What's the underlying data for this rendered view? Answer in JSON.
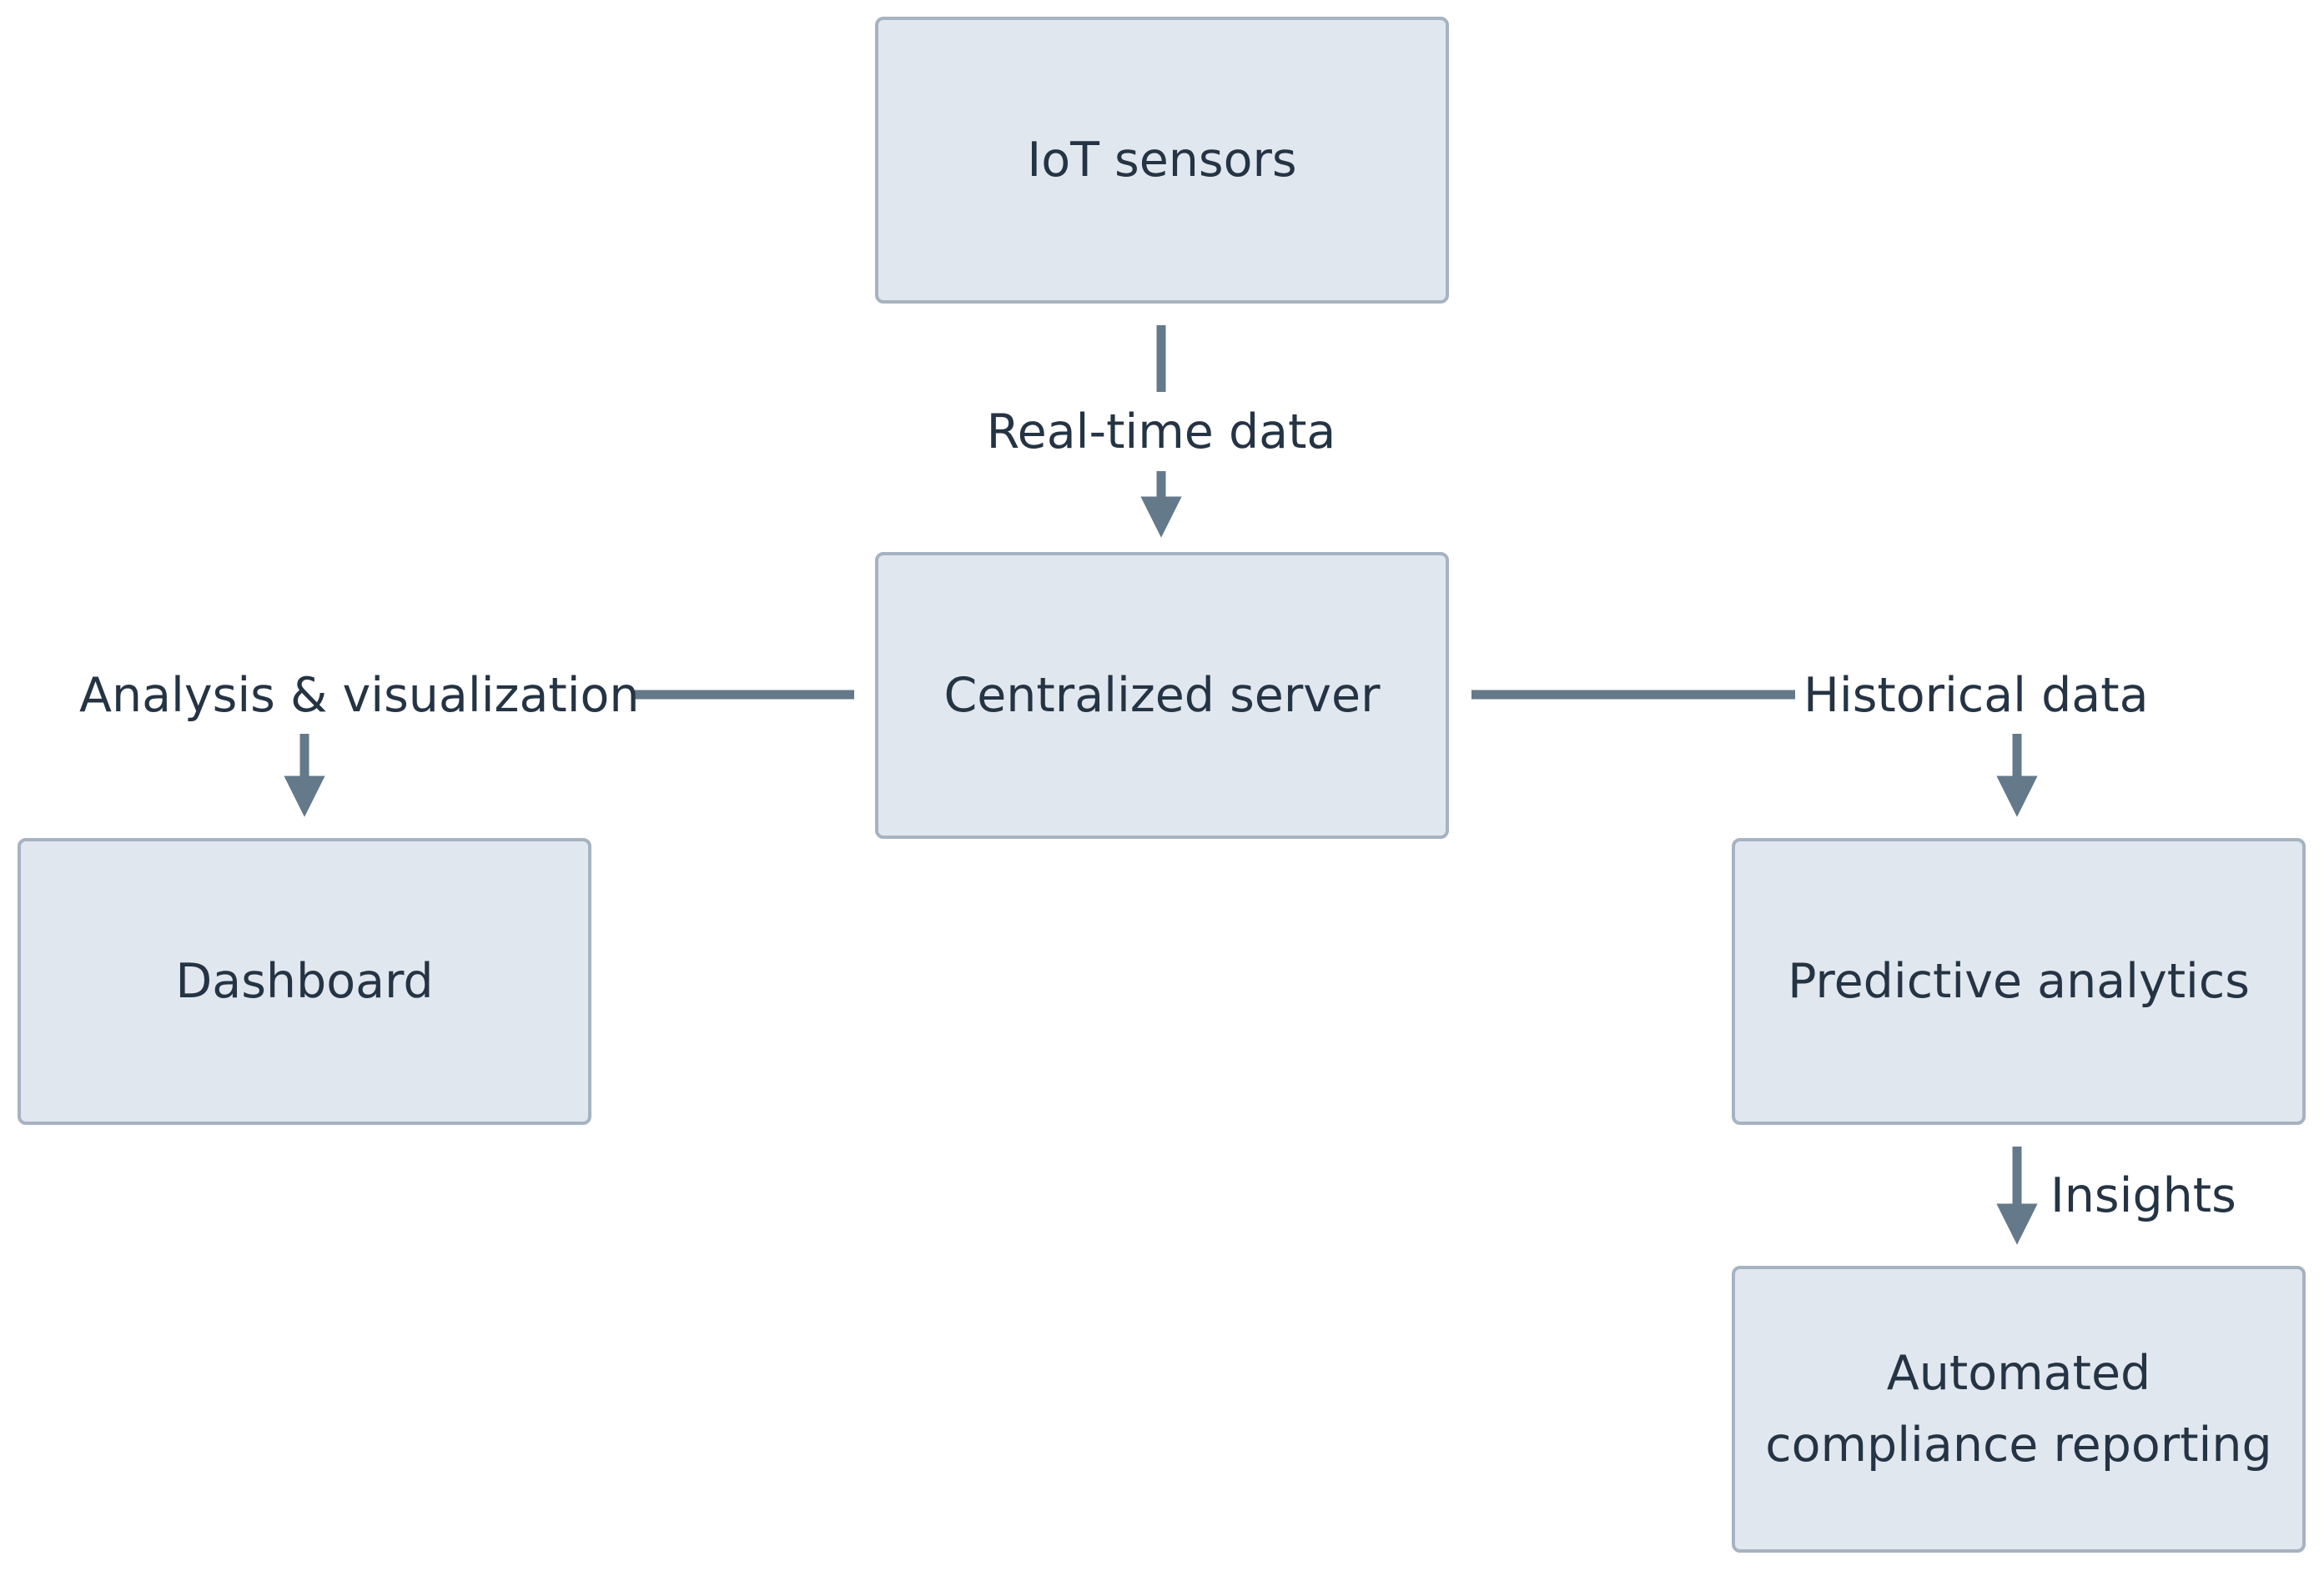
{
  "colors": {
    "node_fill": "#e1e7ef",
    "node_border": "#a6b3c1",
    "connector": "#64798a",
    "text": "#253444"
  },
  "nodes": {
    "iot_sensors": "IoT sensors",
    "centralized_server": "Centralized server",
    "dashboard": "Dashboard",
    "predictive_analytics": "Predictive analytics",
    "automated_compliance_reporting": "Automated\ncompliance reporting"
  },
  "edges": {
    "real_time_data": "Real-time data",
    "analysis_visualization": "Analysis & visualization",
    "historical_data": "Historical data",
    "insights": "Insights"
  }
}
